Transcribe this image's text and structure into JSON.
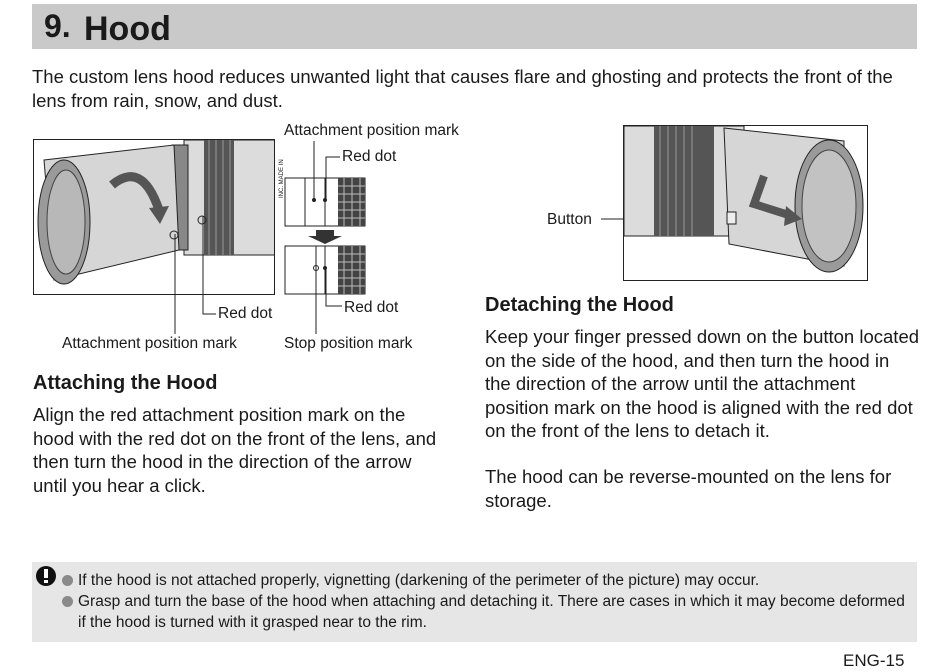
{
  "header": {
    "number": "9.",
    "title": "Hood"
  },
  "intro": "The custom lens hood reduces unwanted light that causes flare and ghosting and protects the front of the lens from rain, snow, and dust.",
  "figure_attach": {
    "labels": {
      "attachment_mark_top": "Attachment position mark",
      "red_dot_top": "Red dot",
      "red_dot_left": "Red dot",
      "red_dot_right": "Red dot",
      "attachment_mark_bottom": "Attachment position mark",
      "stop_mark": "Stop position mark"
    },
    "hood_imprint": "INC. MADE IN"
  },
  "figure_detach": {
    "labels": {
      "button": "Button"
    }
  },
  "attaching": {
    "heading": "Attaching the Hood",
    "text": "Align the red attachment position mark on the hood with the red dot on the front of the lens, and then turn the hood in the direction of the arrow until you hear a click."
  },
  "detaching": {
    "heading": "Detaching the Hood",
    "text1": "Keep your finger pressed down on the button located on the side of the hood, and then turn the hood in the direction of the arrow until the attachment position mark on the hood is aligned with the red dot on the front of the lens to detach it.",
    "text2": "The hood can be reverse-mounted on the lens for storage."
  },
  "notes": {
    "icon": "caution-icon",
    "items": [
      "If the hood is not attached properly, vignetting (darkening of the perimeter of the picture) may occur.",
      "Grasp and turn the base of the hood when attaching and detaching it. There are cases in which it may become deformed if the hood is turned with it grasped near to the rim."
    ]
  },
  "page_number": "ENG-15",
  "colors": {
    "header_bg": "#c9c9c9",
    "note_bg": "#e6e6e6",
    "text": "#1a1a1a"
  }
}
